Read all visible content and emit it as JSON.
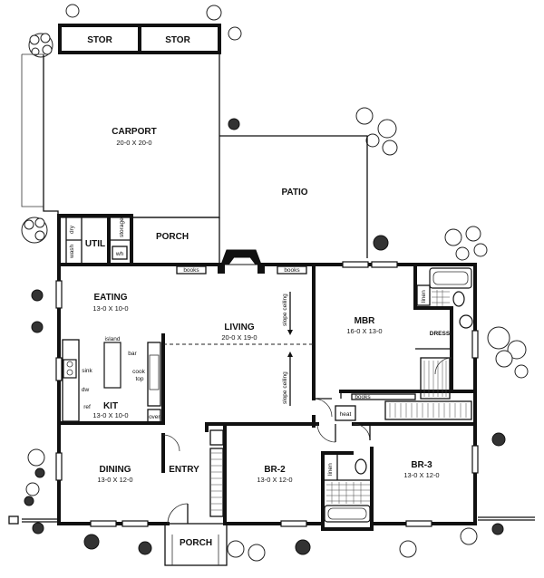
{
  "rooms": {
    "stor1": "STOR",
    "stor2": "STOR",
    "carport": "CARPORT",
    "carport_dim": "20-0 X 20-0",
    "patio": "PATIO",
    "util": "UTIL",
    "porch_rear": "PORCH",
    "eating": "EATING",
    "eating_dim": "13-0 X 10-0",
    "living": "LIVING",
    "living_dim": "20-0 X 19-0",
    "mbr": "MBR",
    "mbr_dim": "16-0 X 13-0",
    "dress": "DRESS",
    "kit": "KIT",
    "kit_dim": "13-0 X 10-0",
    "dining": "DINING",
    "dining_dim": "13-0 X 12-0",
    "entry": "ENTRY",
    "br2": "BR-2",
    "br2_dim": "13-0 X 12-0",
    "br3": "BR-3",
    "br3_dim": "13-0 X 12-0",
    "porch_front": "PORCH"
  },
  "labels": {
    "wash": "wash",
    "dry": "dry",
    "storage": "storage",
    "wh": "wh",
    "books_left": "books",
    "books_right": "books",
    "books_mbr": "books",
    "linen_mbr": "linen",
    "linen_hall": "linen",
    "island": "island",
    "bar": "bar",
    "sink": "sink",
    "dw": "dw",
    "ref": "ref",
    "cook_top_1": "cook",
    "cook_top_2": "top",
    "oven": "oven",
    "heat": "heat",
    "slope_upper": "slope ceiling",
    "slope_lower": "slope ceiling"
  }
}
